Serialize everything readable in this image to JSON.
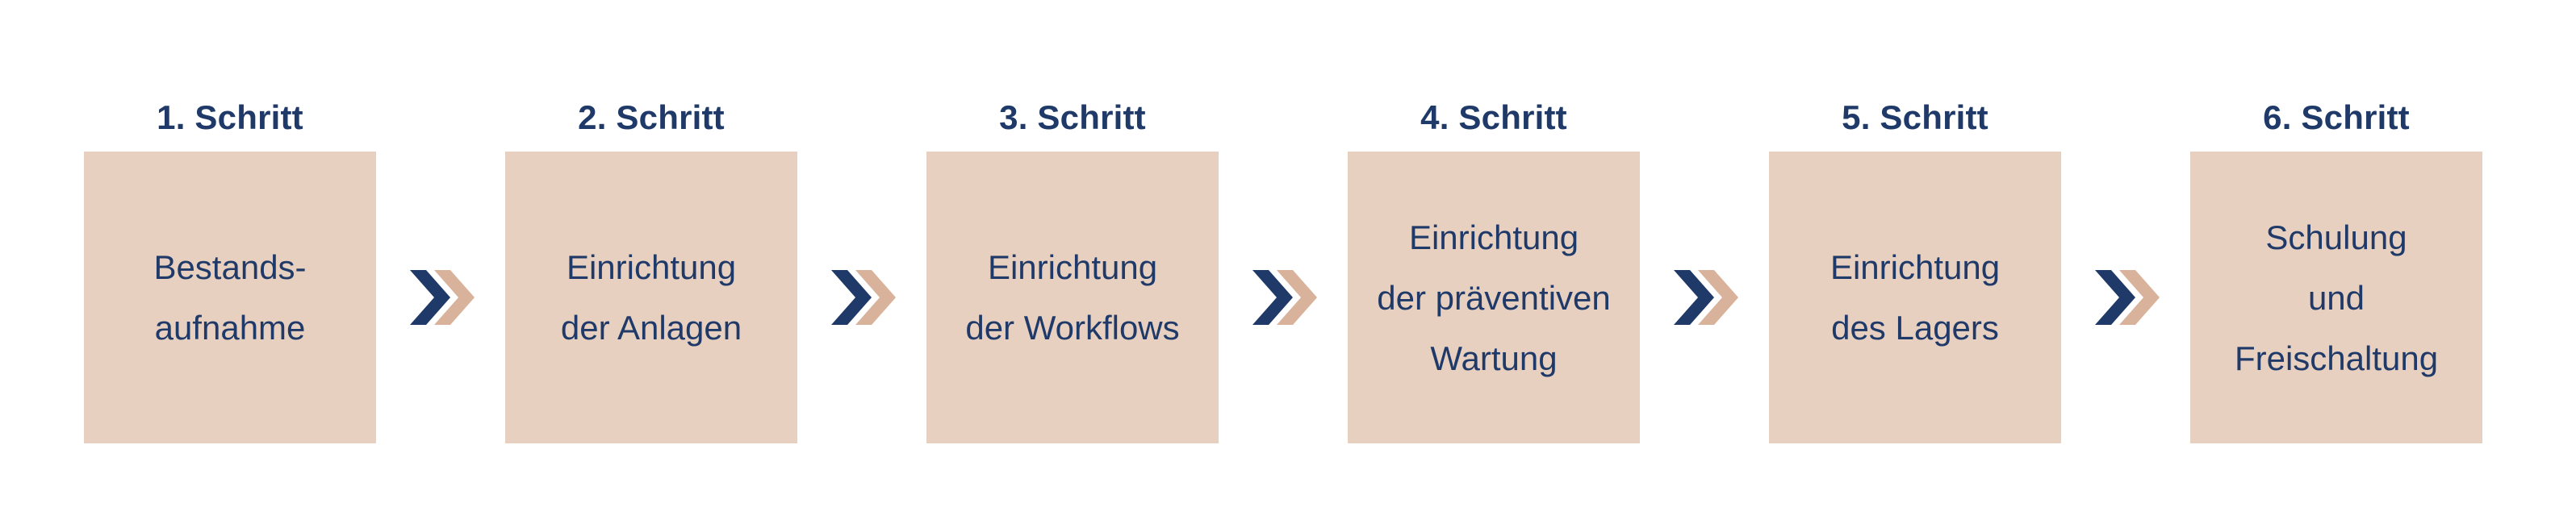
{
  "colors": {
    "heading": "#1f3a68",
    "box_fill": "#e8d0c1",
    "box_text": "#1f3a68",
    "arrow_dark": "#1f3a68",
    "arrow_light": "#d9b29b"
  },
  "steps": [
    {
      "label": "1. Schritt",
      "lines": [
        "Bestands-",
        "aufnahme"
      ]
    },
    {
      "label": "2. Schritt",
      "lines": [
        "Einrichtung",
        "der Anlagen"
      ]
    },
    {
      "label": "3. Schritt",
      "lines": [
        "Einrichtung",
        "der Workflows"
      ]
    },
    {
      "label": "4. Schritt",
      "lines": [
        "Einrichtung",
        "der präventiven",
        "Wartung"
      ]
    },
    {
      "label": "5. Schritt",
      "lines": [
        "Einrichtung",
        "des Lagers"
      ]
    },
    {
      "label": "6. Schritt",
      "lines": [
        "Schulung",
        "und",
        "Freischaltung"
      ]
    }
  ],
  "connectors": [
    {
      "icon": "double-chevron-right-icon"
    },
    {
      "icon": "double-chevron-right-icon"
    },
    {
      "icon": "double-chevron-right-icon"
    },
    {
      "icon": "double-chevron-right-icon"
    },
    {
      "icon": "double-chevron-right-icon"
    }
  ]
}
